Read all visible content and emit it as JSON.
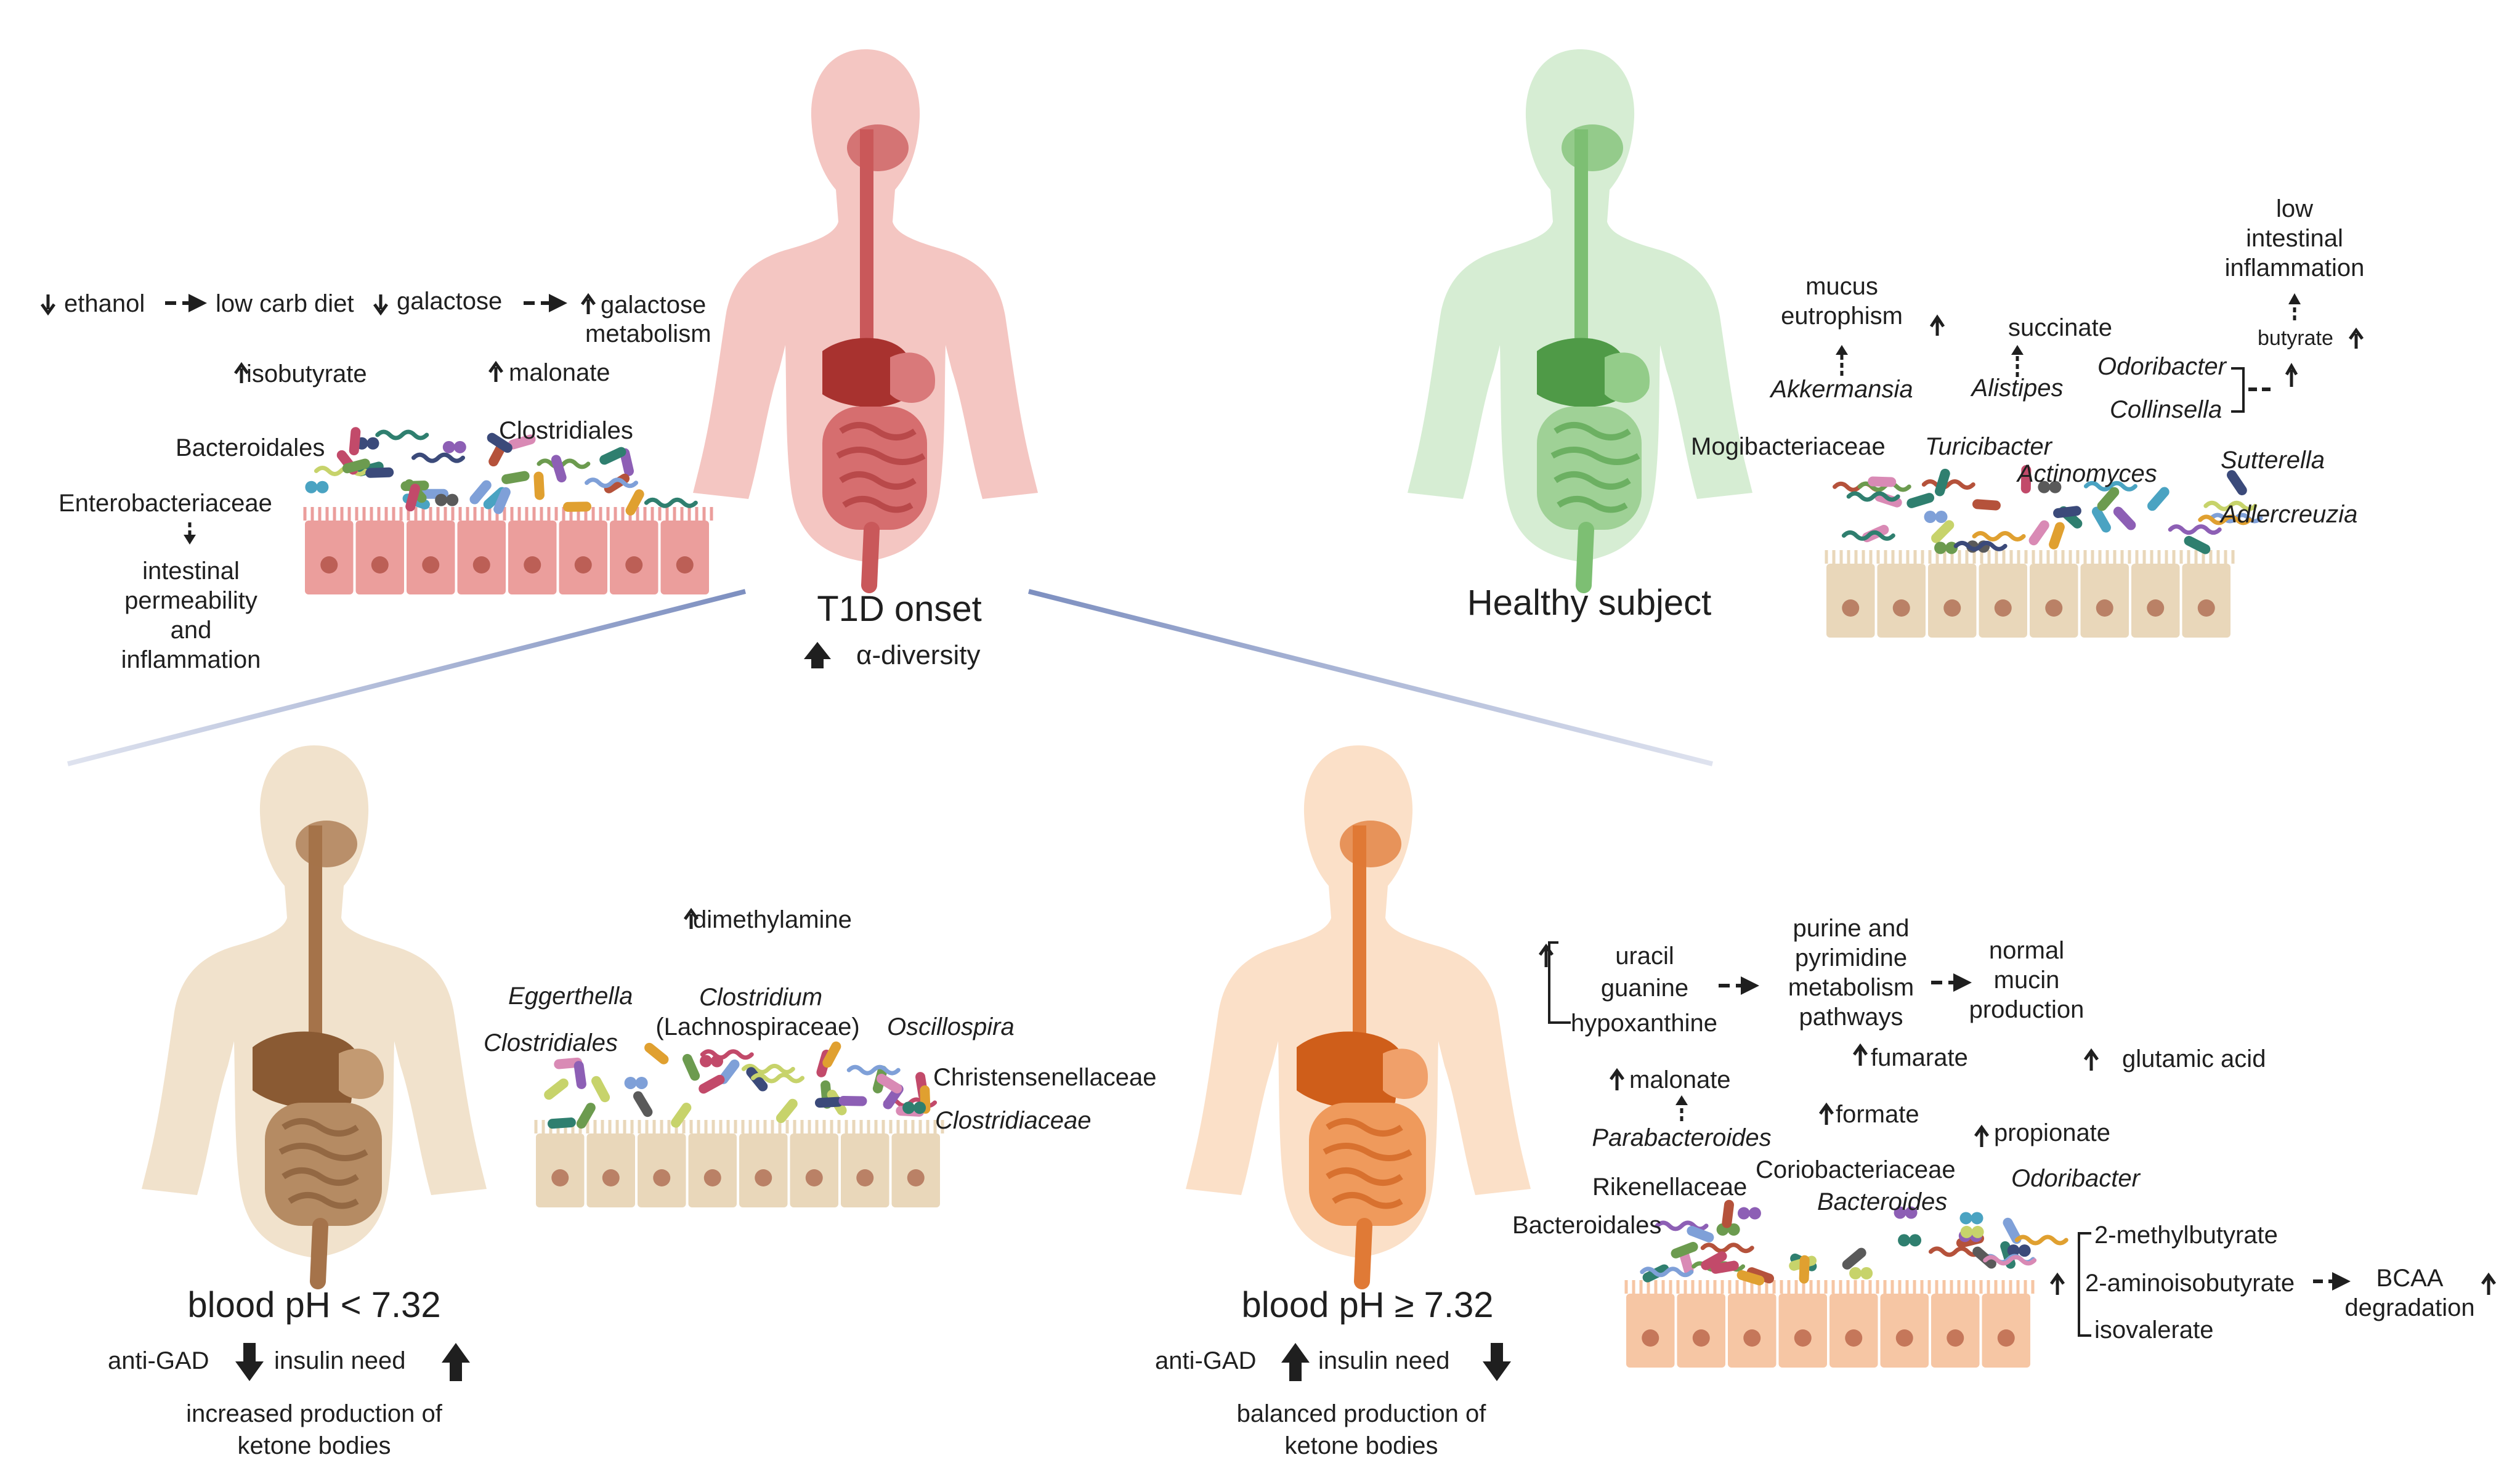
{
  "center": {
    "title": "T1D onset",
    "diversity": "α-diversity"
  },
  "t1d_panel": {
    "row1": {
      "ethanol": "ethanol",
      "low_carb": "low carb diet",
      "galactose": "galactose",
      "galactose_metabolism_1": "galactose",
      "galactose_metabolism_2": "metabolism"
    },
    "isobutyrate": "isobutyrate",
    "malonate": "malonate",
    "bacteroidales": "Bacteroidales",
    "clostridiales": "Clostridiales",
    "enterobacteriaceae": "Enterobacteriaceae",
    "outcome": [
      "intestinal",
      "permeability",
      "and",
      "inflammation"
    ]
  },
  "healthy_panel": {
    "title": "Healthy subject",
    "mucus": [
      "mucus",
      "eutrophism"
    ],
    "succinate": "succinate",
    "inflammation": [
      "low",
      "intestinal",
      "inflammation"
    ],
    "butyrate": "butyrate",
    "akkermansia": "Akkermansia",
    "alistipes": "Alistipes",
    "odoribacter": "Odoribacter",
    "collinsella": "Collinsella",
    "mogibacteriaceae": "Mogibacteriaceae",
    "turicibacter": "Turicibacter",
    "actinomyces": "Actinomyces",
    "sutterella": "Sutterella",
    "adlercreuzia": "Adlercreuzia"
  },
  "low_ph_panel": {
    "title": "blood pH < 7.32",
    "dimethylamine": "dimethylamine",
    "eggerthella": "Eggerthella",
    "clostridium": "Clostridium",
    "lachnospiraceae": "(Lachnospiraceae)",
    "oscillospira": "Oscillospira",
    "clostridiales": "Clostridiales",
    "christensenellaceae": "Christensenellaceae",
    "clostridiaceae": "Clostridiaceae",
    "anti_gad": "anti-GAD",
    "insulin_need": "insulin need",
    "ketone": [
      "increased production of",
      "ketone bodies"
    ]
  },
  "high_ph_panel": {
    "title": "blood pH ≥ 7.32",
    "bases": [
      "uracil",
      "guanine",
      "hypoxanthine"
    ],
    "purine": [
      "purine and",
      "pyrimidine",
      "metabolism",
      "pathways"
    ],
    "mucin": [
      "normal",
      "mucin",
      "production"
    ],
    "malonate": "malonate",
    "fumarate": "fumarate",
    "glutamic": "glutamic acid",
    "parabacteroides": "Parabacteroides",
    "formate": "formate",
    "propionate": "propionate",
    "rikenellaceae": "Rikenellaceae",
    "coriobacteriaceae": "Coriobacteriaceae",
    "bacteroides": "Bacteroides",
    "odoribacter": "Odoribacter",
    "bacteroidales": "Bacteroidales",
    "bcaa_inputs": [
      "2-methylbutyrate",
      "2-aminoisobutyrate",
      "isovalerate"
    ],
    "bcaa": [
      "BCAA",
      "degradation"
    ],
    "anti_gad": "anti-GAD",
    "insulin_need": "insulin need",
    "ketone": [
      "balanced production of",
      "ketone bodies"
    ]
  },
  "colors": {
    "t1d_body": "#f4c6c2",
    "t1d_organ": "#c9585a",
    "healthy_body": "#d6edd3",
    "healthy_organ": "#7dbf73",
    "lowph_body": "#f1e2cc",
    "lowph_organ": "#a5734a",
    "highph_body": "#fbe0c8",
    "highph_organ": "#e07a36",
    "epi_t1d": "#eb9e9c",
    "epi_neutral": "#e9d7ba",
    "epi_orange": "#f6c6a4",
    "connector": "#8a99c2"
  }
}
